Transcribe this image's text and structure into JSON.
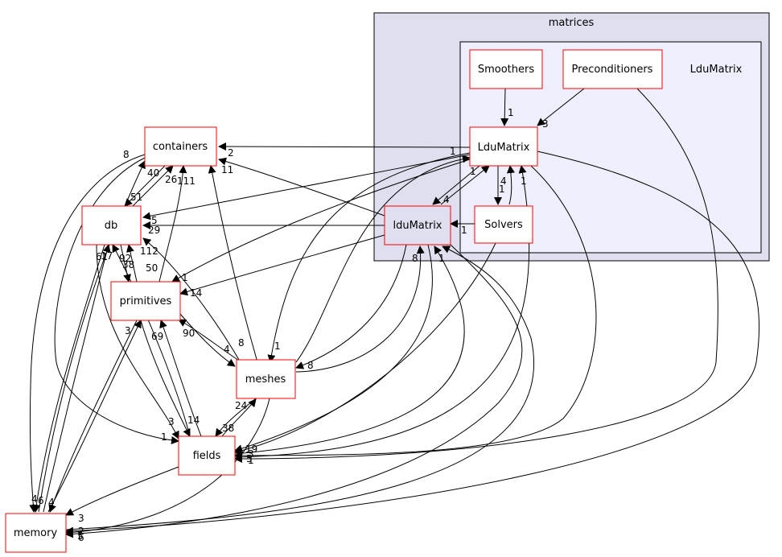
{
  "clusters": {
    "outer": {
      "label": "matrices",
      "fill": "#dfdfef"
    },
    "inner": {
      "label": "LduMatrix",
      "fill": "#eeeefd"
    }
  },
  "nodes": {
    "smoothers": "Smoothers",
    "preconditioners": "Preconditioners",
    "ldumatrix_dir": "LduMatrix",
    "ldumatrix_lower": "lduMatrix",
    "solvers": "Solvers",
    "containers": "containers",
    "db": "db",
    "primitives": "primitives",
    "meshes": "meshes",
    "fields": "fields",
    "memory": "memory"
  },
  "edge_labels": {
    "smoothers_ldu": "1",
    "precond_ldu": "3",
    "ldu_containers_tail": "1",
    "ldu_containers_head": "2",
    "lower_containers": "11",
    "ldu_solvers": "4",
    "solvers_ldu": "1",
    "solvers_ldu_b": "1",
    "ldu_lower": "4",
    "lower_ldu": "1",
    "solvers_lower": "1",
    "lower_db": "5",
    "containers_db_a": "40",
    "containers_db_b": "51",
    "containers_memory": "8",
    "db_containers": "26",
    "prim_containers": "111",
    "ldu_db": "29",
    "db_prim_a": "92",
    "db_prim_b": "38",
    "prim_db": "112",
    "prim_db_b": "50",
    "db_memory_a": "61",
    "db_memory_b": "17",
    "lower_prim": "14",
    "ldu_prim": "1",
    "prim_meshes": "90",
    "meshes_prim": "4",
    "meshes_db": "8",
    "ldu_meshes": "1",
    "lower_meshes": "8",
    "meshes_lower": "8",
    "fields_lower": "1",
    "prim_fields": "3",
    "fields_prim": "69",
    "fields_prim_b": "14",
    "meshes_fields": "38",
    "fields_meshes": "24",
    "containers_fields": "1",
    "prim_memory": "3",
    "ldu_fields": "19",
    "lower_fields": "3",
    "solvers_fields": "5",
    "precond_fields": "1",
    "fields_memory": "3",
    "memory_containers": "4",
    "memory_db": "6",
    "memory_prim": "4",
    "ldu_memory": "2",
    "meshes_memory": "5",
    "lower_memory": "6"
  }
}
